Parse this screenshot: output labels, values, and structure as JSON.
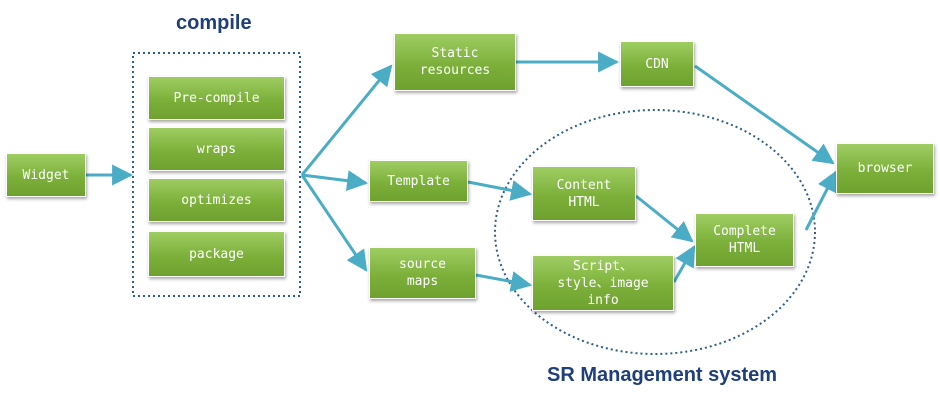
{
  "titles": {
    "compile": "compile",
    "sr_system": "SR Management system"
  },
  "nodes": {
    "widget": "Widget",
    "precompile": "Pre-compile",
    "wraps": "wraps",
    "optimizes": "optimizes",
    "package": "package",
    "static_resources": "Static\nresources",
    "cdn": "CDN",
    "template": "Template",
    "source_maps": "source\nmaps",
    "content_html": "Content\nHTML",
    "script_style_image_info": "Script、\nstyle、image\ninfo",
    "complete_html": "Complete\nHTML",
    "browser": "browser"
  },
  "colors": {
    "box_fill": "#8dc04c",
    "box_text": "#ffffff",
    "arrow": "#4bacc6",
    "dotted_outline": "#2e5e8a",
    "title_text": "#1f3f7a"
  }
}
